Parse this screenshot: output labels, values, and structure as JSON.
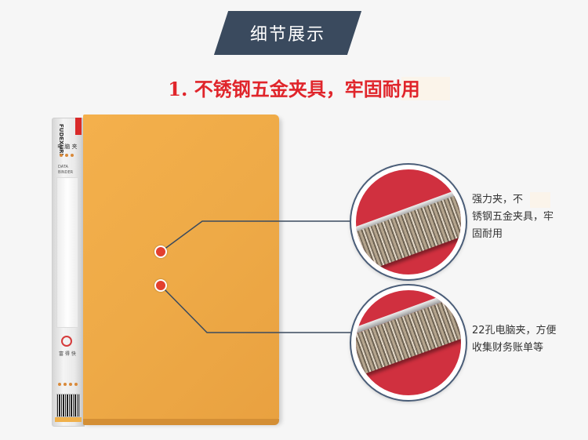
{
  "header": {
    "title": "细节展示"
  },
  "subtitle": "1. 不锈钢五金夹具，牢固耐用",
  "binder": {
    "brand": "FUDEXURI",
    "spine_name": "电 脑 夹",
    "spine_en": "DATA\nBINDER",
    "logo_text": "富 得 快"
  },
  "details": [
    {
      "caption": "强力夹，不\n锈钢五金夹具，牢\n固耐用"
    },
    {
      "caption": "22孔电脑夹，方便\n收集财务账单等"
    }
  ],
  "colors": {
    "banner": "#3a4a5e",
    "accent_red": "#e0252b",
    "cover_orange": "#eeaa47",
    "detail_border": "#4a5d78"
  }
}
